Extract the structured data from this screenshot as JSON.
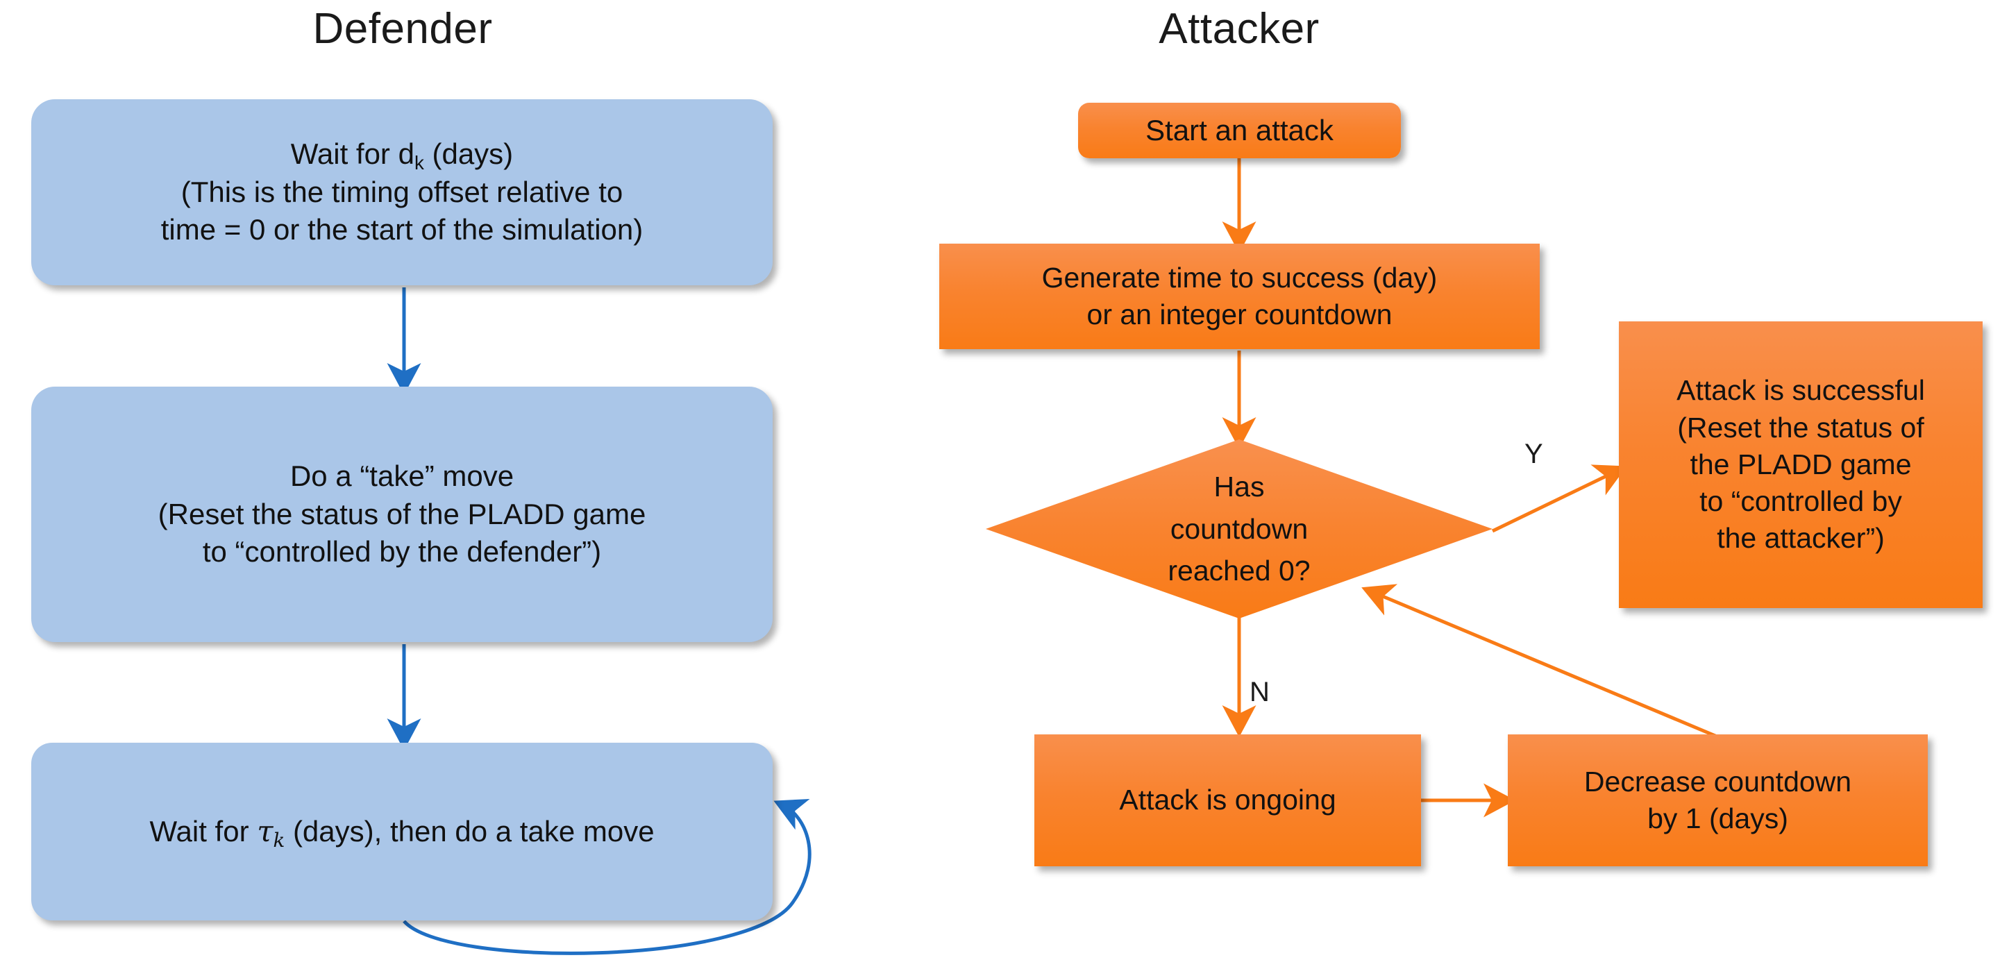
{
  "diagram": {
    "title_defender": "Defender",
    "title_attacker": "Attacker"
  },
  "defender": {
    "nodes": [
      {
        "id": "wait-dk",
        "lines": [
          "Wait for dₖ (days)",
          "(This is the timing offset relative to",
          "time = 0 or the start of the simulation)"
        ],
        "text": "Wait for dₖ (days)\n(This is the timing offset relative to\ntime = 0 or the start of the simulation)",
        "shape": "rounded-rectangle",
        "color": "#aac6e8"
      },
      {
        "id": "take-move",
        "lines": [
          "Do a “take” move",
          "(Reset the status of the PLADD game",
          "to “controlled by the defender”)"
        ],
        "text": "Do a “take” move\n(Reset the status of the PLADD game\nto “controlled by the defender”)",
        "shape": "rounded-rectangle",
        "color": "#aac6e8"
      },
      {
        "id": "wait-tau",
        "lines": [
          "Wait for τₖ (days), then do a take move"
        ],
        "text": "Wait for τₖ (days), then do a take move",
        "shape": "rounded-rectangle",
        "color": "#aac6e8"
      }
    ],
    "arrow_color": "#1f6fc4"
  },
  "attacker": {
    "nodes": [
      {
        "id": "start-attack",
        "text": "Start an attack",
        "shape": "rounded-rectangle",
        "color": "#f97b16"
      },
      {
        "id": "generate-time",
        "lines": [
          "Generate time to success (day)",
          "or an integer countdown"
        ],
        "text": "Generate time to success (day)\nor an integer countdown",
        "shape": "rectangle",
        "color": "#f97b16"
      },
      {
        "id": "countdown-decision",
        "lines": [
          "Has",
          "countdown",
          "reached 0?"
        ],
        "text": "Has\ncountdown\nreached 0?",
        "shape": "diamond",
        "color": "#f97b16"
      },
      {
        "id": "attack-successful",
        "lines": [
          "Attack is successful",
          "(Reset the status of",
          "the PLADD game",
          "to “controlled by",
          "the attacker”)"
        ],
        "text": "Attack is successful\n(Reset the status of\nthe PLADD game\nto “controlled by\nthe attacker”)",
        "shape": "rectangle",
        "color": "#f97b16"
      },
      {
        "id": "attack-ongoing",
        "text": "Attack is ongoing",
        "shape": "rectangle",
        "color": "#f97b16"
      },
      {
        "id": "decrease-countdown",
        "lines": [
          "Decrease countdown",
          "by 1 (days)"
        ],
        "text": "Decrease countdown\nby 1 (days)",
        "shape": "rectangle",
        "color": "#f97b16"
      }
    ],
    "edge_labels": {
      "yes": "Y",
      "no": "N"
    },
    "arrow_color": "#f97b16"
  }
}
